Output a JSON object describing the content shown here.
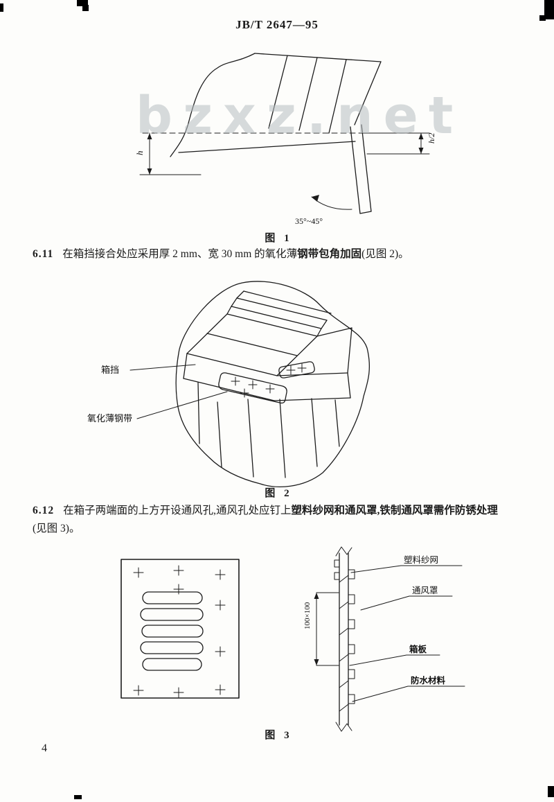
{
  "page": {
    "header": "JB/T 2647—95",
    "watermark": "bzxz.net",
    "page_number": "4"
  },
  "s611": {
    "num": "6.11",
    "pre": "在箱挡接合处应采用厚 2 mm、宽 30 mm 的氧化薄",
    "bold": "钢带包角加固",
    "post": "(见图 2)。"
  },
  "s612": {
    "num": "6.12",
    "pre": "在箱子两端面的上方开设通风孔,通风孔处应钉上",
    "bold": "塑料纱网和通风罩,铁制通风罩需作防锈处理",
    "cont": "(见图 3)。"
  },
  "fig1": {
    "caption": "图 1",
    "dim_h": "h",
    "dim_h2": "h/2",
    "angle": "35°~45°"
  },
  "fig2": {
    "caption": "图 2",
    "baffle": "箱挡",
    "strip": "氧化薄钢带"
  },
  "fig3": {
    "caption": "图 3",
    "mesh": "塑料纱网",
    "vent": "通风罩",
    "board": "箱板",
    "waterproof": "防水材料",
    "dim": "100×100"
  }
}
